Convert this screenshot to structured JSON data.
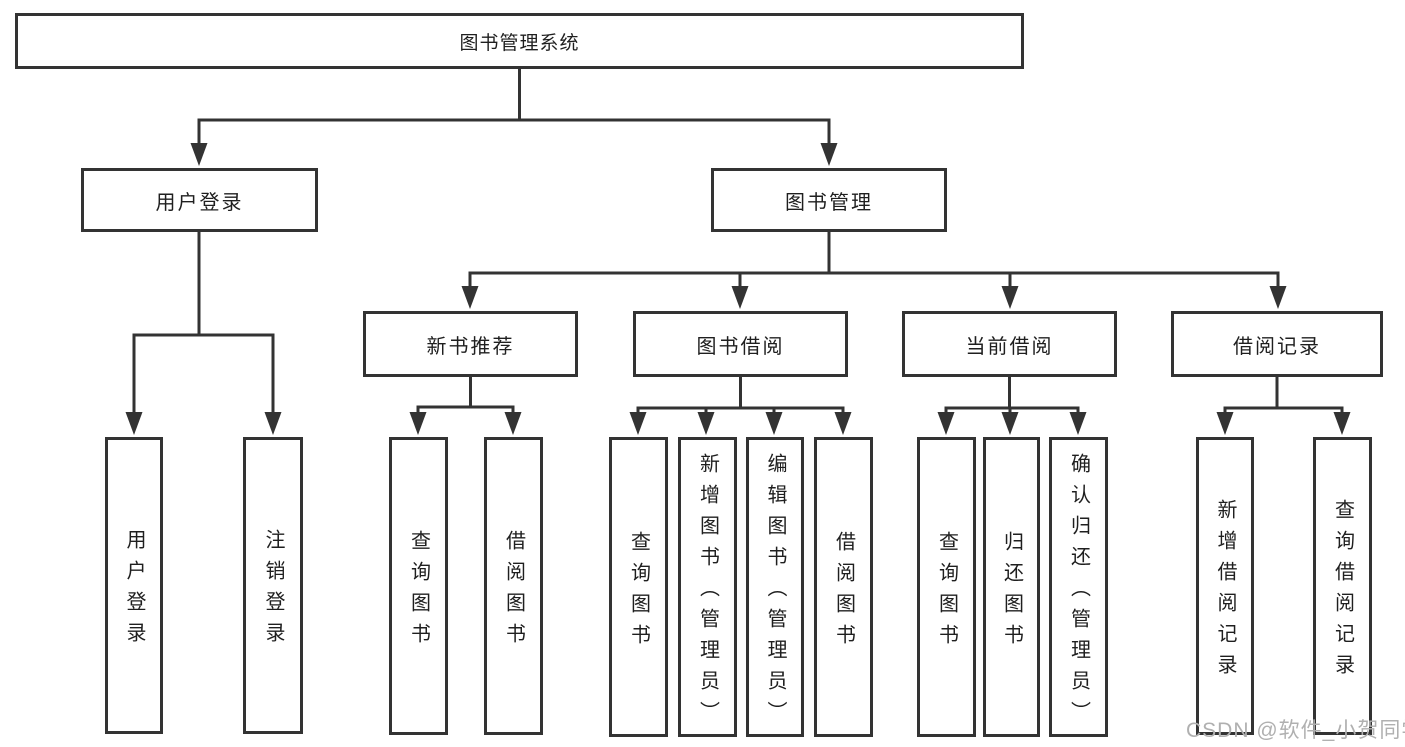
{
  "colors": {
    "line": "#333333",
    "box_border": "#333333",
    "text": "#1f1f1f",
    "background": "#ffffff",
    "watermark": "#b0b0b0"
  },
  "nodes": {
    "root": "图书管理系统",
    "user_login": "用户登录",
    "book_mgmt": "图书管理",
    "new_book_rec": "新书推荐",
    "book_borrow": "图书借阅",
    "current_borrow": "当前借阅",
    "borrow_record": "借阅记录",
    "leaf_user_login": "用户登录",
    "leaf_logout": "注销登录",
    "leaf_rec_query": "查询图书",
    "leaf_rec_borrow": "借阅图书",
    "leaf_bb_query": "查询图书",
    "leaf_bb_add": "新增图书（管理员）",
    "leaf_bb_edit": "编辑图书（管理员）",
    "leaf_bb_borrow": "借阅图书",
    "leaf_cb_query": "查询图书",
    "leaf_cb_return": "归还图书",
    "leaf_cb_confirm": "确认归还（管理员）",
    "leaf_br_add": "新增借阅记录",
    "leaf_br_query": "查询借阅记录"
  },
  "watermark": {
    "text": "CSDN @软件_小贺同学"
  }
}
